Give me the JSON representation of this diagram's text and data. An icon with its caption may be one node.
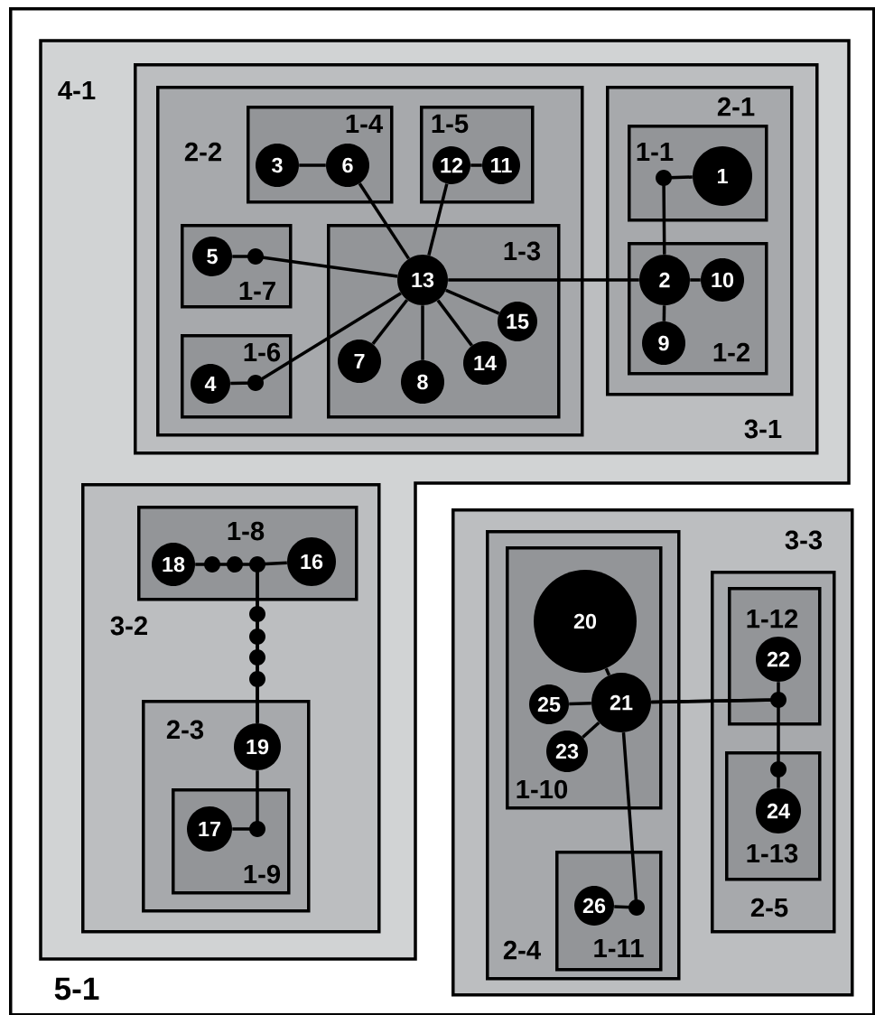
{
  "diagram": {
    "nodes": [
      {
        "text": [
          "5-1"
        ]
      },
      {
        "text": [
          "4-1"
        ],
        "in": 0
      },
      {
        "text": [
          "3-1"
        ],
        "in": 1
      },
      {
        "text": [
          "2-2"
        ],
        "in": 2
      },
      {
        "text": [
          "1-4"
        ],
        "in": 3
      },
      {
        "text": [
          "3"
        ],
        "in": 4
      },
      {
        "text": [
          "6"
        ],
        "in": 4
      },
      {
        "text": [
          "1-5"
        ],
        "in": 3
      },
      {
        "text": [
          "12"
        ],
        "in": 7
      },
      {
        "text": [
          "11"
        ],
        "in": 7
      },
      {
        "text": [
          "1-7"
        ],
        "in": 3
      },
      {
        "text": [
          "5"
        ],
        "in": 10
      },
      {
        "text": [
          "1-6"
        ],
        "in": 3
      },
      {
        "text": [
          "4"
        ],
        "in": 12
      },
      {
        "text": [
          "1-3"
        ],
        "in": 3
      },
      {
        "text": [
          "13"
        ],
        "in": 14
      },
      {
        "text": [
          "7"
        ],
        "in": 14
      },
      {
        "text": [
          "8"
        ],
        "in": 14
      },
      {
        "text": [
          "14"
        ],
        "in": 14
      },
      {
        "text": [
          "15"
        ],
        "in": 14
      },
      {
        "text": [
          "2-1"
        ],
        "in": 2
      },
      {
        "text": [
          "1-1"
        ],
        "in": 20
      },
      {
        "text": [
          "1"
        ],
        "in": 21
      },
      {
        "text": [
          "1-2"
        ],
        "in": 20
      },
      {
        "text": [
          "2"
        ],
        "in": 23
      },
      {
        "text": [
          "10"
        ],
        "in": 23
      },
      {
        "text": [
          "9"
        ],
        "in": 23
      },
      {
        "text": [
          "3-2"
        ],
        "in": 1
      },
      {
        "text": [
          "1-8"
        ],
        "in": 27
      },
      {
        "text": [
          "18"
        ],
        "in": 28
      },
      {
        "text": [
          "16"
        ],
        "in": 28
      },
      {
        "text": [
          "2-3"
        ],
        "in": 27
      },
      {
        "text": [
          "19"
        ],
        "in": 31
      },
      {
        "text": [
          "1-9"
        ],
        "in": 31
      },
      {
        "text": [
          "17"
        ],
        "in": 33
      },
      {
        "text": [
          "3-3"
        ],
        "in": 0
      },
      {
        "text": [
          "2-4"
        ],
        "in": 35
      },
      {
        "text": [
          "1-10"
        ],
        "in": 36
      },
      {
        "text": [
          "20"
        ],
        "in": 37
      },
      {
        "text": [
          "25"
        ],
        "in": 37
      },
      {
        "text": [
          "21"
        ],
        "in": 37
      },
      {
        "text": [
          "23"
        ],
        "in": 37
      },
      {
        "text": [
          "1-11"
        ],
        "in": 36
      },
      {
        "text": [
          "26"
        ],
        "in": 42
      },
      {
        "text": [
          "2-5"
        ],
        "in": 35
      },
      {
        "text": [
          "1-12"
        ],
        "in": 44
      },
      {
        "text": [
          "22"
        ],
        "in": 45
      },
      {
        "text": [
          "1-13"
        ],
        "in": 44
      },
      {
        "text": [
          "24"
        ],
        "in": 47
      }
    ],
    "edges": [
      {
        "from": 5,
        "to": 6,
        "arrow": "none"
      },
      {
        "from": 8,
        "to": 9,
        "arrow": "none"
      },
      {
        "from": 6,
        "to": 15,
        "arrow": "none"
      },
      {
        "from": 8,
        "to": 15,
        "arrow": "none"
      },
      {
        "from": 11,
        "to": 15,
        "arrow": "none"
      },
      {
        "from": 13,
        "to": 15,
        "arrow": "none"
      },
      {
        "from": 15,
        "to": 16,
        "arrow": "none"
      },
      {
        "from": 15,
        "to": 17,
        "arrow": "none"
      },
      {
        "from": 15,
        "to": 18,
        "arrow": "none"
      },
      {
        "from": 15,
        "to": 19,
        "arrow": "none"
      },
      {
        "from": 15,
        "to": 24,
        "arrow": "none"
      },
      {
        "from": 22,
        "to": 24,
        "arrow": "none"
      },
      {
        "from": 24,
        "to": 25,
        "arrow": "none"
      },
      {
        "from": 24,
        "to": 26,
        "arrow": "none"
      },
      {
        "from": 32,
        "to": 29,
        "arrow": "none"
      },
      {
        "from": 32,
        "to": 30,
        "arrow": "none"
      },
      {
        "from": 34,
        "to": 32,
        "arrow": "none"
      },
      {
        "from": 38,
        "to": 40,
        "arrow": "none"
      },
      {
        "from": 39,
        "to": 40,
        "arrow": "none"
      },
      {
        "from": 41,
        "to": 40,
        "arrow": "none"
      },
      {
        "from": 43,
        "to": 40,
        "arrow": "none"
      },
      {
        "from": 40,
        "to": 46,
        "arrow": "none"
      },
      {
        "from": 40,
        "to": 48,
        "arrow": "none"
      }
    ]
  }
}
